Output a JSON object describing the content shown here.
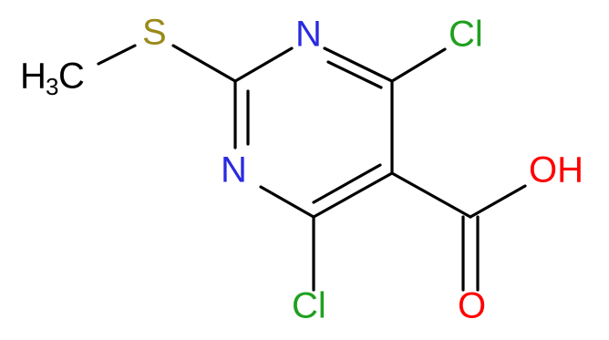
{
  "atoms": {
    "methyl_h": "H",
    "methyl_sub": "3",
    "methyl_c": "C",
    "sulfur": "S",
    "n_top": "N",
    "n_left": "N",
    "cl_top": "Cl",
    "cl_bottom": "Cl",
    "hydroxyl": "OH",
    "carbonyl_o": "O"
  },
  "colors": {
    "bond": "#000000",
    "carbon_hydrogen": "#000000",
    "sulfur": "#9a8a1a",
    "nitrogen": "#2a2ae0",
    "chlorine": "#1fa01f",
    "oxygen": "#ff0000"
  }
}
